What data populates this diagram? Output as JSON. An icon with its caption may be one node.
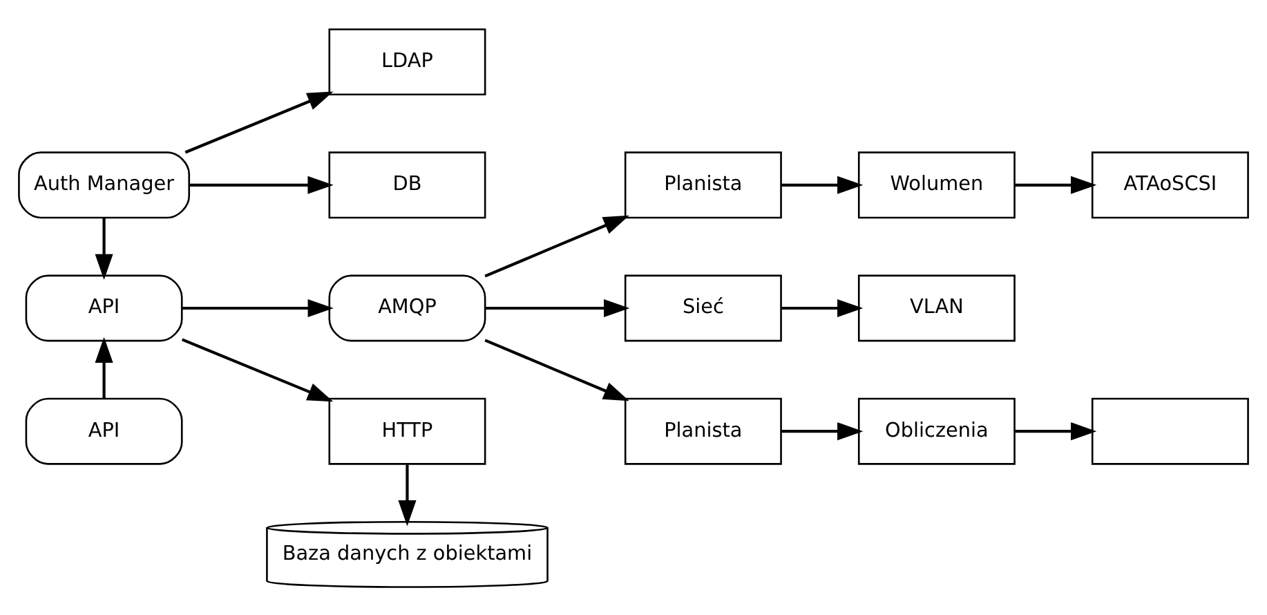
{
  "diagram": {
    "nodes": [
      {
        "text": [
          "Auth Manager"
        ]
      },
      {
        "text": [
          "LDAP"
        ]
      },
      {
        "text": [
          "DB"
        ]
      },
      {
        "text": [
          "API"
        ]
      },
      {
        "text": [
          "API"
        ]
      },
      {
        "text": [
          "AMQP"
        ]
      },
      {
        "text": [
          "HTTP"
        ]
      },
      {
        "text": [
          "Baza danych z obiektami"
        ]
      },
      {
        "text": [
          "Planista"
        ]
      },
      {
        "text": [
          "Wolumen"
        ]
      },
      {
        "text": [
          "ATAoSCSI"
        ]
      },
      {
        "text": [
          "Sieć"
        ]
      },
      {
        "text": [
          "VLAN"
        ]
      },
      {
        "text": [
          "Planista"
        ]
      },
      {
        "text": [
          "Obliczenia"
        ]
      },
      {
        "text": [],
        "shape": "box"
      }
    ],
    "edges": [
      {
        "from": 0,
        "to": 1,
        "arrow": "to"
      },
      {
        "from": 0,
        "to": 2,
        "arrow": "to"
      },
      {
        "from": 0,
        "to": 3,
        "arrow": "to"
      },
      {
        "from": 4,
        "to": 3,
        "arrow": "to"
      },
      {
        "from": 3,
        "to": 5,
        "arrow": "to"
      },
      {
        "from": 3,
        "to": 6,
        "arrow": "to"
      },
      {
        "from": 6,
        "to": 7,
        "arrow": "to"
      },
      {
        "from": 5,
        "to": 8,
        "arrow": "to"
      },
      {
        "from": 8,
        "to": 9,
        "arrow": "to"
      },
      {
        "from": 9,
        "to": 10,
        "arrow": "to"
      },
      {
        "from": 5,
        "to": 11,
        "arrow": "to"
      },
      {
        "from": 11,
        "to": 12,
        "arrow": "to"
      },
      {
        "from": 5,
        "to": 13,
        "arrow": "to"
      },
      {
        "from": 13,
        "to": 14,
        "arrow": "to"
      },
      {
        "from": 14,
        "to": 15,
        "arrow": "to"
      }
    ]
  }
}
